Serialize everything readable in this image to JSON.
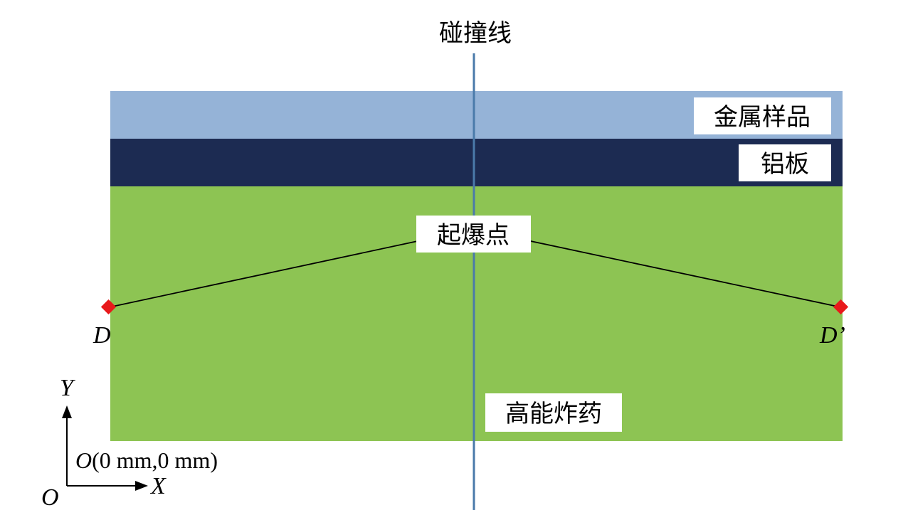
{
  "labels": {
    "collision_line": "碰撞线",
    "metal_sample": "金属样品",
    "aluminum_plate": "铝板",
    "detonation_point": "起爆点",
    "high_explosive": "高能炸药",
    "point_d": "D",
    "point_d_prime": "D’",
    "origin_short": "O",
    "origin_full": "O(0 mm,0 mm)",
    "axis_x": "X",
    "axis_y": "Y"
  },
  "colors": {
    "metal_sample": "#95B3D7",
    "aluminum_plate": "#1C2B52",
    "high_explosive": "#8DC453",
    "collision_line": "#4A7AAA",
    "detonation_marker": "#E8191B",
    "label_bg": "#FFFFFF"
  }
}
